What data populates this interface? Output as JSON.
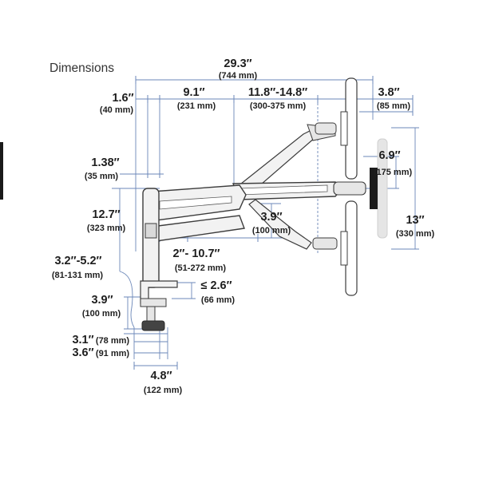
{
  "heading": "Dimensions",
  "colors": {
    "dimension_line": "#6b87b8",
    "arm_outline": "#3c3c3c",
    "arm_fill": "#f2f2f2",
    "text": "#1e1e1e"
  },
  "dimensions": {
    "total_width": {
      "main": "29.3″",
      "sub": "(744 mm)"
    },
    "pole_width": {
      "main": "1.6″",
      "sub": "(40 mm)"
    },
    "upper_arm": {
      "main": "9.1″",
      "sub": "(231 mm)"
    },
    "extension": {
      "main": "11.8″-14.8″",
      "sub": "(300-375 mm)"
    },
    "monitor_depth": {
      "main": "3.8″",
      "sub": "(85 mm)"
    },
    "collar": {
      "main": "1.38″",
      "sub": "(35 mm)"
    },
    "tilt_range": {
      "main": "6.9″",
      "sub": "(175 mm)"
    },
    "pole_height": {
      "main": "12.7″",
      "sub": "(323 mm)"
    },
    "lift_drop": {
      "main": "3.9″",
      "sub": "(100 mm)"
    },
    "vertical_range": {
      "main": "13″",
      "sub": "(330 mm)"
    },
    "reach": {
      "main": "2″- 10.7″",
      "sub": "(51-272 mm)"
    },
    "clamp_range": {
      "main": "3.2″-5.2″",
      "sub": "(81-131 mm)"
    },
    "desk_thickness": {
      "main": "≤ 2.6″",
      "sub": "(66 mm)"
    },
    "clamp_height": {
      "main": "3.9″",
      "sub": "(100 mm)"
    },
    "base_inner": {
      "main": "3.1″",
      "sub": "(78 mm)"
    },
    "base_outer": {
      "main": "3.6″",
      "sub": "(91 mm)"
    },
    "base_depth": {
      "main": "4.8″",
      "sub": "(122 mm)"
    }
  }
}
